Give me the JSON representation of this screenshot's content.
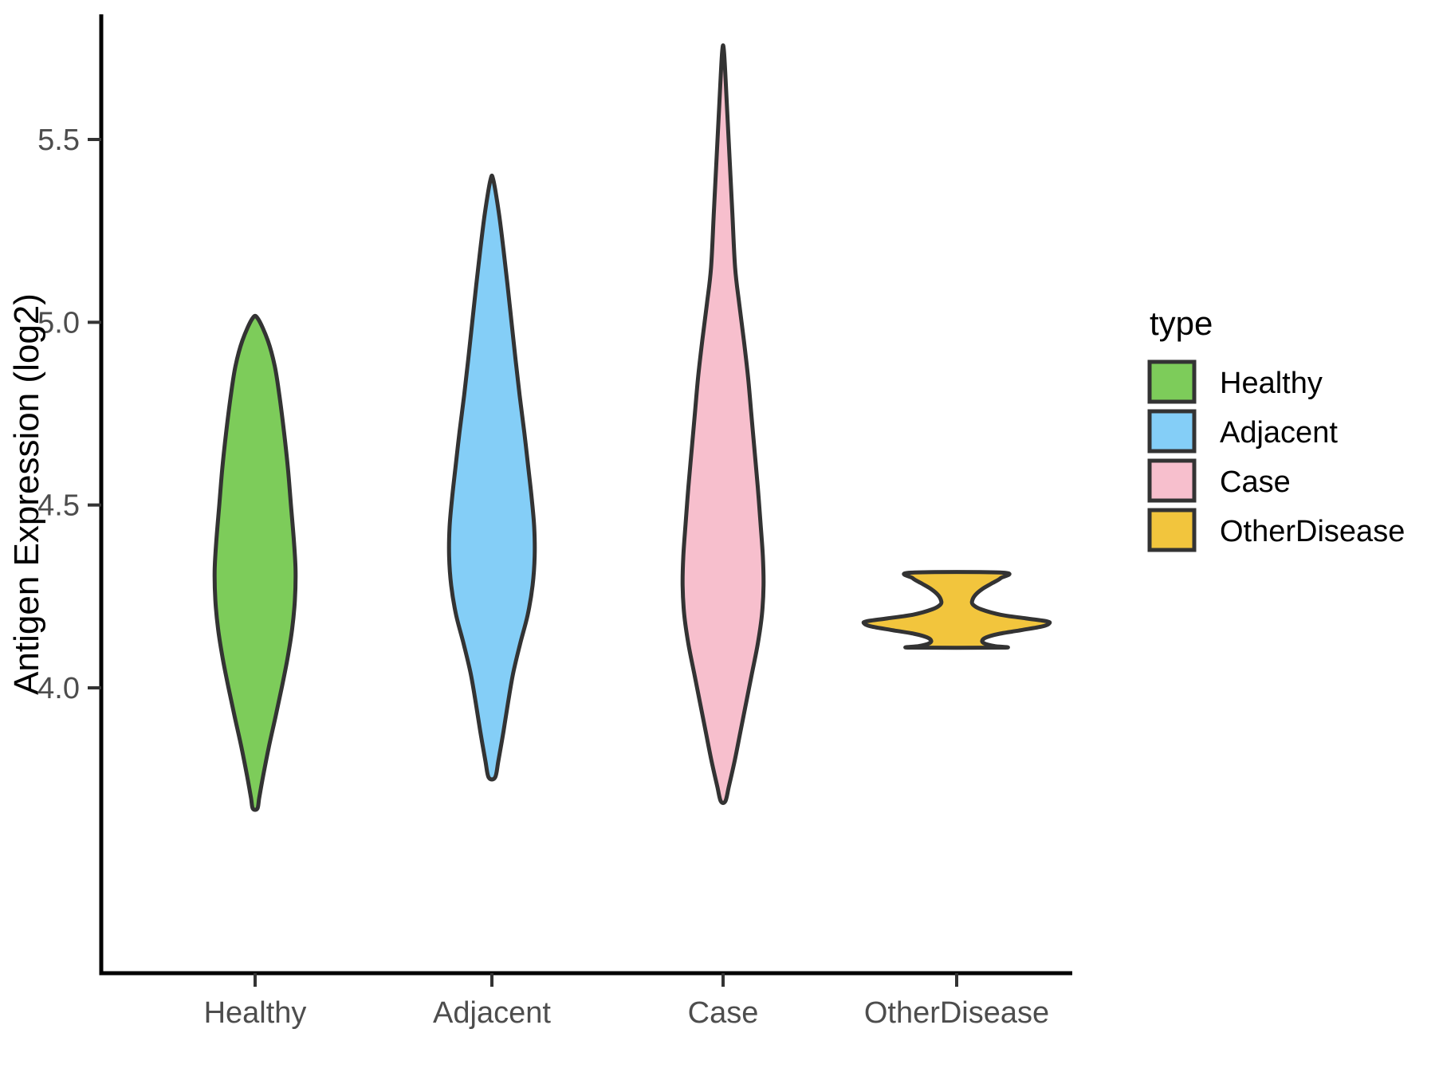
{
  "chart_data": {
    "type": "violin",
    "title": "",
    "xlabel": "",
    "ylabel": "Antigen Expression (log2)",
    "ylim": [
      3.62,
      5.78
    ],
    "yticks": [
      4.0,
      4.5,
      5.0,
      5.5
    ],
    "ytick_labels": [
      "4.0",
      "4.5",
      "5.0",
      "5.5"
    ],
    "categories": [
      "Healthy",
      "Adjacent",
      "Case",
      "OtherDisease"
    ],
    "grid": false,
    "legend": {
      "title": "type",
      "position": "right",
      "entries": [
        {
          "label": "Healthy",
          "color": "#7DCC5A"
        },
        {
          "label": "Adjacent",
          "color": "#84CEF7"
        },
        {
          "label": "Case",
          "color": "#F7BFCD"
        },
        {
          "label": "OtherDisease",
          "color": "#F2C53D"
        }
      ]
    },
    "series": [
      {
        "name": "Healthy",
        "color": "#7DCC5A",
        "min": 3.67,
        "max": 5.01,
        "median": 4.29,
        "max_width": 0.175,
        "density": [
          [
            5.01,
            0.012
          ],
          [
            4.95,
            0.055
          ],
          [
            4.88,
            0.085
          ],
          [
            4.8,
            0.105
          ],
          [
            4.7,
            0.125
          ],
          [
            4.6,
            0.142
          ],
          [
            4.5,
            0.155
          ],
          [
            4.4,
            0.168
          ],
          [
            4.32,
            0.175
          ],
          [
            4.24,
            0.172
          ],
          [
            4.16,
            0.16
          ],
          [
            4.08,
            0.14
          ],
          [
            4.0,
            0.115
          ],
          [
            3.92,
            0.088
          ],
          [
            3.84,
            0.06
          ],
          [
            3.76,
            0.035
          ],
          [
            3.7,
            0.018
          ],
          [
            3.67,
            0.01
          ]
        ]
      },
      {
        "name": "Adjacent",
        "color": "#84CEF7",
        "min": 3.755,
        "max": 5.39,
        "median": 4.42,
        "max_width": 0.185,
        "density": [
          [
            5.39,
            0.006
          ],
          [
            5.3,
            0.03
          ],
          [
            5.2,
            0.05
          ],
          [
            5.1,
            0.068
          ],
          [
            5.0,
            0.085
          ],
          [
            4.9,
            0.102
          ],
          [
            4.8,
            0.12
          ],
          [
            4.7,
            0.14
          ],
          [
            4.6,
            0.158
          ],
          [
            4.52,
            0.172
          ],
          [
            4.44,
            0.183
          ],
          [
            4.36,
            0.185
          ],
          [
            4.28,
            0.176
          ],
          [
            4.2,
            0.155
          ],
          [
            4.12,
            0.122
          ],
          [
            4.04,
            0.092
          ],
          [
            3.96,
            0.07
          ],
          [
            3.88,
            0.05
          ],
          [
            3.8,
            0.028
          ],
          [
            3.755,
            0.014
          ]
        ]
      },
      {
        "name": "Case",
        "color": "#F7BFCD",
        "min": 3.69,
        "max": 5.74,
        "median": 4.28,
        "max_width": 0.175,
        "density": [
          [
            5.74,
            0.004
          ],
          [
            5.6,
            0.016
          ],
          [
            5.45,
            0.028
          ],
          [
            5.3,
            0.04
          ],
          [
            5.15,
            0.052
          ],
          [
            5.05,
            0.07
          ],
          [
            4.95,
            0.09
          ],
          [
            4.85,
            0.108
          ],
          [
            4.75,
            0.122
          ],
          [
            4.65,
            0.136
          ],
          [
            4.55,
            0.15
          ],
          [
            4.45,
            0.162
          ],
          [
            4.36,
            0.172
          ],
          [
            4.28,
            0.175
          ],
          [
            4.2,
            0.168
          ],
          [
            4.12,
            0.15
          ],
          [
            4.04,
            0.125
          ],
          [
            3.96,
            0.1
          ],
          [
            3.88,
            0.075
          ],
          [
            3.8,
            0.05
          ],
          [
            3.73,
            0.025
          ],
          [
            3.69,
            0.01
          ]
        ]
      },
      {
        "name": "OtherDisease",
        "color": "#F2C53D",
        "min": 4.11,
        "max": 4.315,
        "median": 4.19,
        "max_width": 0.4,
        "density": [
          [
            4.315,
            0.2
          ],
          [
            4.3,
            0.19
          ],
          [
            4.285,
            0.15
          ],
          [
            4.27,
            0.11
          ],
          [
            4.255,
            0.082
          ],
          [
            4.24,
            0.068
          ],
          [
            4.228,
            0.07
          ],
          [
            4.215,
            0.105
          ],
          [
            4.2,
            0.19
          ],
          [
            4.19,
            0.3
          ],
          [
            4.182,
            0.39
          ],
          [
            4.176,
            0.4
          ],
          [
            4.168,
            0.37
          ],
          [
            4.158,
            0.28
          ],
          [
            4.148,
            0.185
          ],
          [
            4.138,
            0.128
          ],
          [
            4.128,
            0.11
          ],
          [
            4.12,
            0.125
          ],
          [
            4.114,
            0.165
          ],
          [
            4.11,
            0.2
          ]
        ]
      }
    ]
  },
  "axis": {
    "y_title": "Antigen Expression (log2)",
    "y_tick_labels": [
      "5.5",
      "5.0",
      "4.5",
      "4.0"
    ],
    "x_tick_labels": [
      "Healthy",
      "Adjacent",
      "Case",
      "OtherDisease"
    ]
  },
  "legend": {
    "title": "type",
    "items": [
      {
        "label": "Healthy",
        "color": "#7DCC5A"
      },
      {
        "label": "Adjacent",
        "color": "#84CEF7"
      },
      {
        "label": "Case",
        "color": "#F7BFCD"
      },
      {
        "label": "OtherDisease",
        "color": "#F2C53D"
      }
    ]
  },
  "colors": {
    "healthy": "#7DCC5A",
    "adjacent": "#84CEF7",
    "case": "#F7BFCD",
    "other_disease": "#F2C53D",
    "outline": "#333333",
    "axis": "#000000",
    "tick_text": "#4d4d4d",
    "background": "#ffffff"
  }
}
